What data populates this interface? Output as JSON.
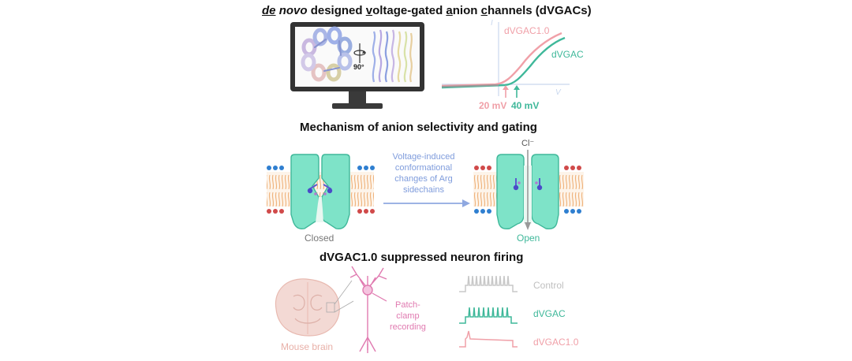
{
  "titles": {
    "t1_de": "de",
    "t1_novo": "novo",
    "t1_designed": " designed ",
    "t1_v": "v",
    "t1_oltage": "oltage-",
    "t1_g": "g",
    "t1_ated": "ated ",
    "t1_a": "a",
    "t1_nion": "nion ",
    "t1_c": "c",
    "t1_hannels": "hannels (dVGACs)",
    "t2": "Mechanism of anion selectivity and gating",
    "t3": "dVGAC1.0 suppressed neuron firing"
  },
  "panel1": {
    "rotation_label": "90°",
    "curve_label_1": "dVGAC1.0",
    "curve_label_2": "dVGAC",
    "threshold_1": "20 mV",
    "threshold_2": "40 mV",
    "axis_i": "I",
    "axis_v": "V",
    "colors": {
      "dvgac10": "#f0a0a8",
      "dvgac": "#3fb89a",
      "grey": "#9a9a9a"
    }
  },
  "panel2": {
    "arrow_text": [
      "Voltage-induced",
      "conformational",
      "changes of Arg",
      "sidechains"
    ],
    "closed_label": "Closed",
    "open_label": "Open",
    "ion_label": "Cl⁻",
    "colors": {
      "channel": "#7ee3c8",
      "channel_edge": "#3fb89a",
      "lipid": "#f6c79a",
      "arrow": "#8fa8e0",
      "neg": "#2f7fd0",
      "pos": "#d04a4a"
    }
  },
  "panel3": {
    "brain_label": "Mouse brain",
    "patch_label": [
      "Patch-",
      "clamp",
      "recording"
    ],
    "traces": [
      "Control",
      "dVGAC",
      "dVGAC1.0"
    ],
    "colors": {
      "control": "#c8c8c8",
      "dvgac": "#3fb89a",
      "dvgac10": "#f0a0a8",
      "neuron": "#e07ab0"
    }
  }
}
